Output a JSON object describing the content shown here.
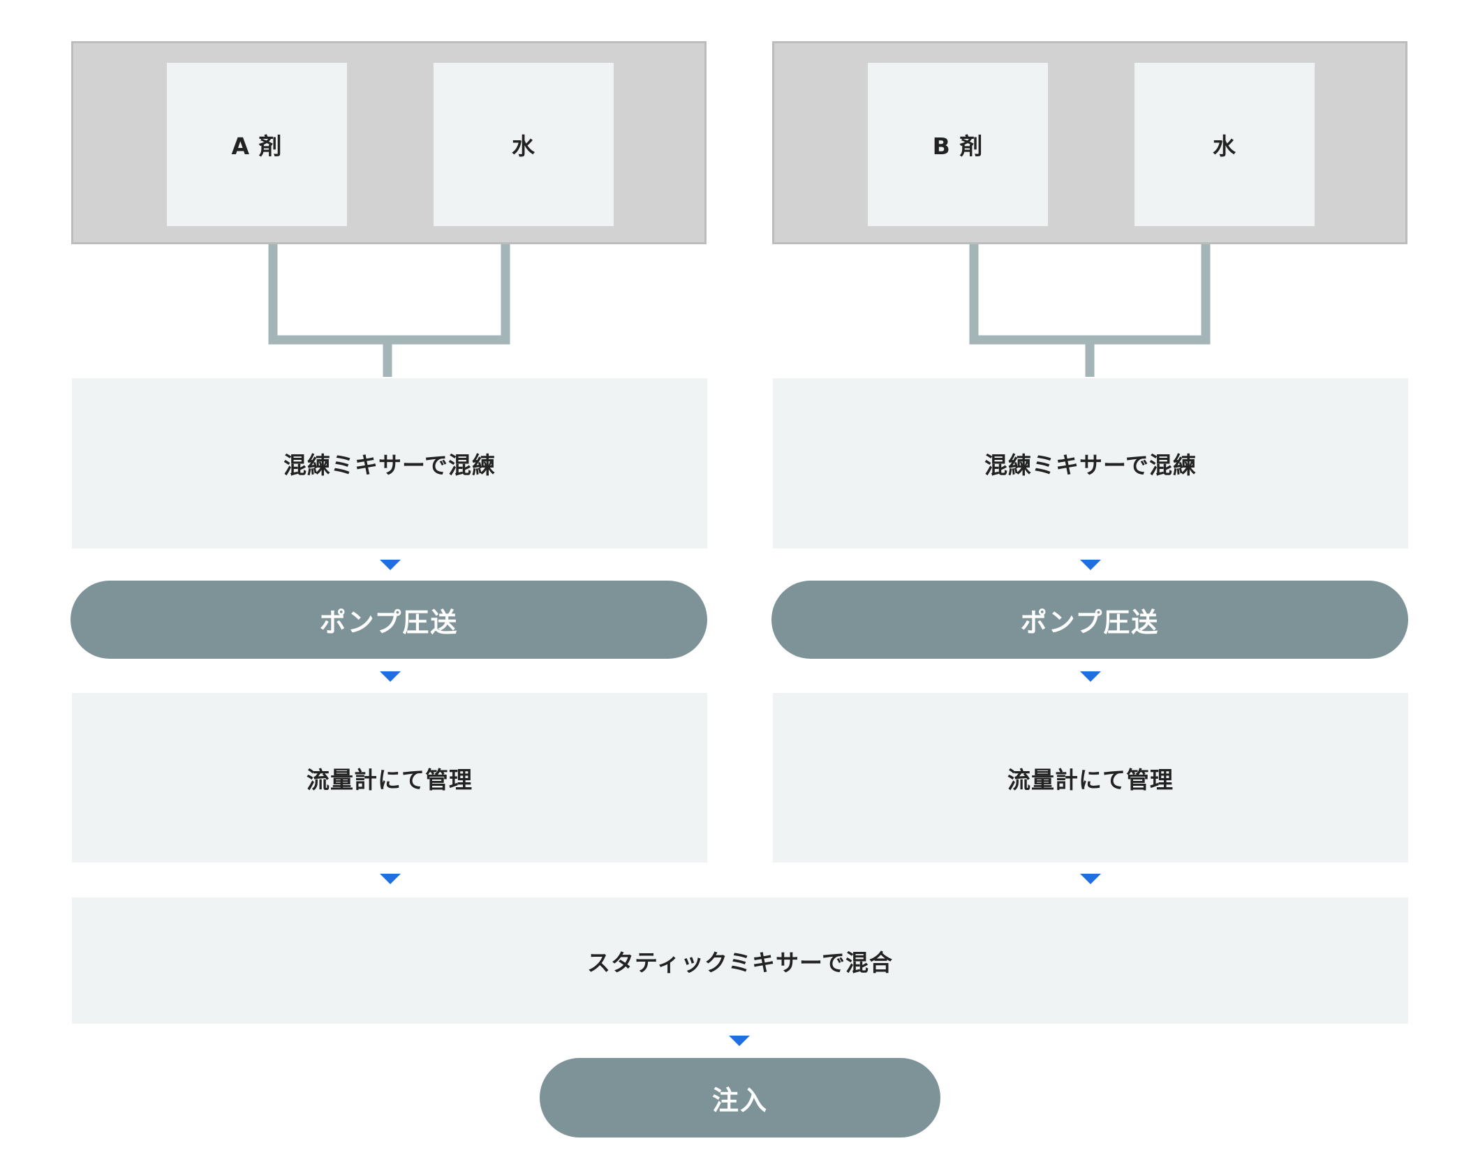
{
  "colors": {
    "tank_group_bg": "#d2d2d2",
    "tank_bg": "#f0f3f4",
    "pipe": "#a3b5b7",
    "step_bg": "#f0f3f4",
    "pill_bg": "#7e9398",
    "arrow": "#1f6fe0"
  },
  "left": {
    "tank_1": "A 剤",
    "tank_2": "水",
    "mix_step": "混練ミキサーで混練",
    "pump_step": "ポンプ圧送",
    "flow_step": "流量計にて管理"
  },
  "right": {
    "tank_1": "B 剤",
    "tank_2": "水",
    "mix_step": "混練ミキサーで混練",
    "pump_step": "ポンプ圧送",
    "flow_step": "流量計にて管理"
  },
  "static_mix_step": "スタティックミキサーで混合",
  "inject_step": "注入"
}
